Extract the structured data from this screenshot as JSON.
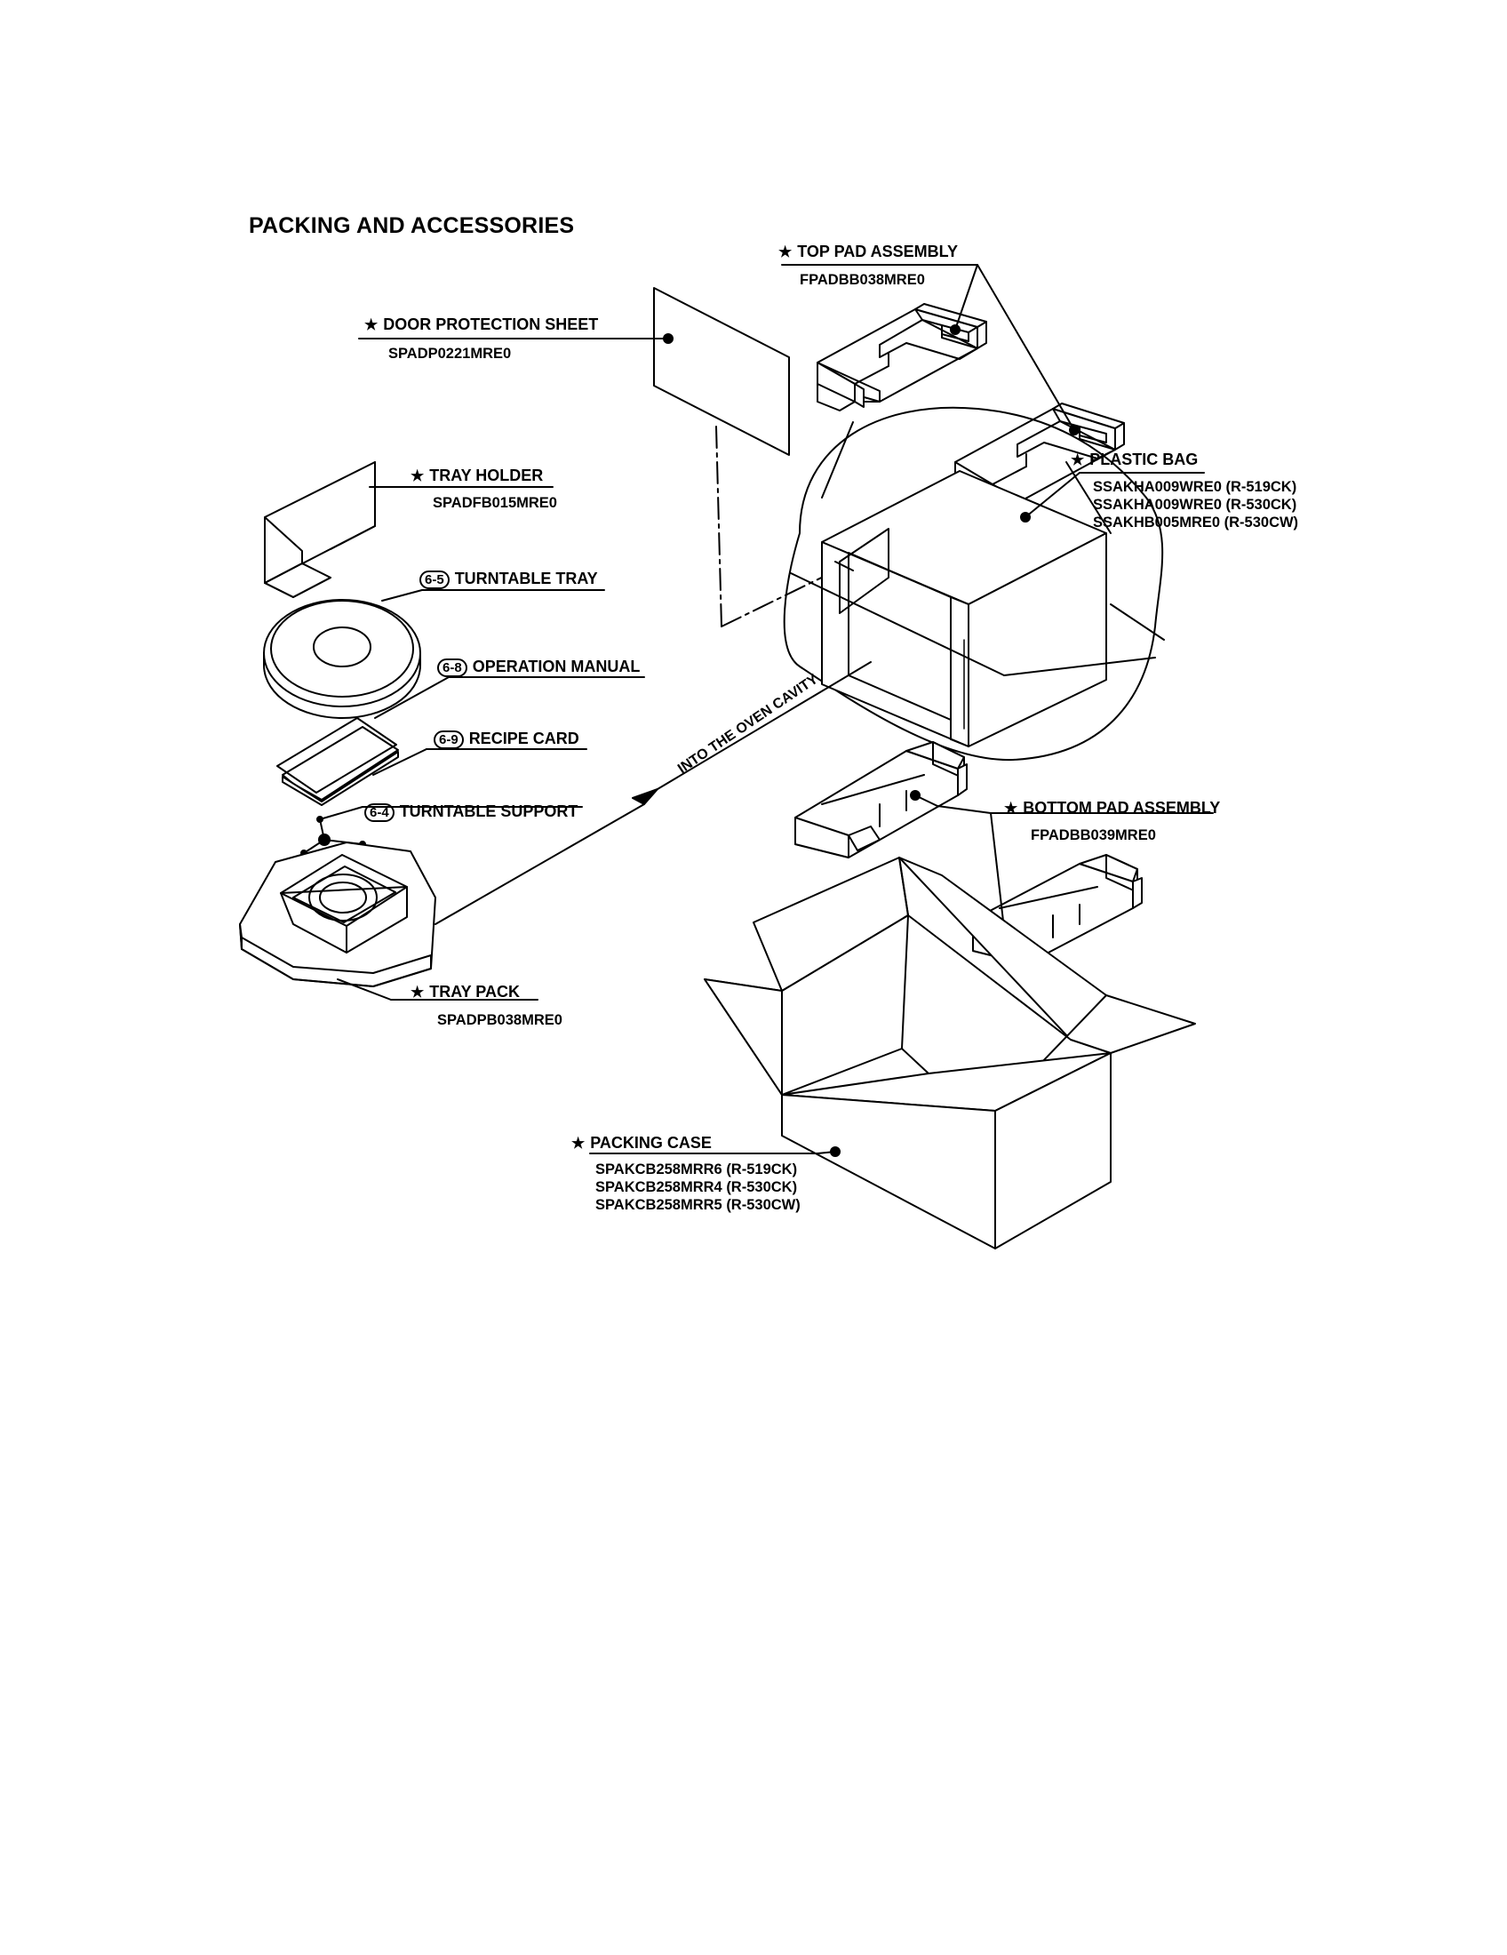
{
  "document": {
    "title": "PACKING AND ACCESSORIES"
  },
  "parts": {
    "top_pad": {
      "marker": "★",
      "name": "TOP PAD ASSEMBLY",
      "code": "FPADBB038MRE0"
    },
    "door_sheet": {
      "marker": "★",
      "name": "DOOR PROTECTION SHEET",
      "code": "SPADP0221MRE0"
    },
    "plastic_bag": {
      "marker": "★",
      "name": "PLASTIC BAG",
      "codes": [
        "SSAKHA009WRE0 (R-519CK)",
        "SSAKHA009WRE0 (R-530CK)",
        "SSAKHB005MRE0 (R-530CW)"
      ]
    },
    "tray_holder": {
      "marker": "★",
      "name": "TRAY HOLDER",
      "code": "SPADFB015MRE0"
    },
    "turntable_tray": {
      "ref": "6-5",
      "name": "TURNTABLE TRAY"
    },
    "operation_manual": {
      "ref": "6-8",
      "name": "OPERATION MANUAL"
    },
    "recipe_card": {
      "ref": "6-9",
      "name": "RECIPE CARD"
    },
    "turntable_support": {
      "ref": "6-4",
      "name": "TURNTABLE SUPPORT"
    },
    "bottom_pad": {
      "marker": "★",
      "name": "BOTTOM PAD ASSEMBLY",
      "code": "FPADBB039MRE0"
    },
    "tray_pack": {
      "marker": "★",
      "name": "TRAY PACK",
      "code": "SPADPB038MRE0"
    },
    "packing_case": {
      "marker": "★",
      "name": "PACKING CASE",
      "codes": [
        "SPAKCB258MRR6 (R-519CK)",
        "SPAKCB258MRR4 (R-530CK)",
        "SPAKCB258MRR5 (R-530CW)"
      ]
    }
  },
  "annotation": {
    "arrow_label": "INTO THE OVEN CAVITY"
  },
  "colors": {
    "ink": "#000000",
    "paper": "#ffffff"
  }
}
